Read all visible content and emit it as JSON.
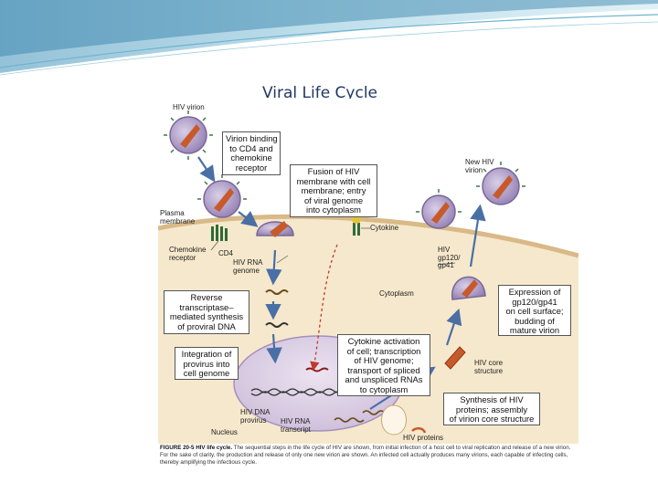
{
  "slide": {
    "title": "Viral Life Cycle"
  },
  "figure": {
    "labels": {
      "hiv_virion": "HIV virion",
      "new_hiv_virion": "New HIV\nvirion",
      "plasma_membrane": "Plasma\nmembrane",
      "chemokine_receptor": "Chemokine\nreceptor",
      "cd4": "CD4",
      "hiv_rna_genome": "HIV RNA\ngenome",
      "cytokine": "Cytokine",
      "gp120_gp41": "HIV\ngp120/\ngp41",
      "cytoplasm": "Cytoplasm",
      "hiv_core_structure": "HIV core\nstructure",
      "hiv_dna_provirus": "HIV DNA\nprovirus",
      "hiv_rna_transcript": "HIV RNA\ntranscript",
      "nucleus": "Nucleus",
      "hiv_proteins": "HIV proteins"
    },
    "boxes": {
      "binding": "Virion binding\nto CD4 and\nchemokine\nreceptor",
      "fusion": "Fusion of HIV\nmembrane with cell\nmembrane; entry\nof viral genome\ninto cytoplasm",
      "reverse_transcription": "Reverse\ntranscriptase–\nmediated synthesis\nof proviral DNA",
      "integration": "Integration of\nprovirus into\ncell genome",
      "cytokine_activation": "Cytokine activation\nof cell; transcription\nof HIV genome;\ntransport of spliced\nand unspliced RNAs\nto cytoplasm",
      "synthesis": "Synthesis of HIV\nproteins; assembly\nof virion core structure",
      "expression": "Expression of\ngp120/gp41\non cell surface;\nbudding of\nmature virion"
    },
    "caption": {
      "figure_label": "FIGURE 20-5 HIV life cycle.",
      "text": "The sequential steps in the life cycle of HIV are shown, from initial infection of a host cell to viral replication and release of a new virion. For the sake of clarity, the production and release of only one new virion are shown. An infected cell actually produces many virions, each capable of infecting cells, thereby amplifying the infectious cycle."
    }
  },
  "colors": {
    "title": "#1f3864",
    "swoosh": "#5aa9c9",
    "cell": "#f6e8cc",
    "nucleus": "#ddd0e6",
    "virion": "#9c8ab8",
    "core": "#c85a2a",
    "arrow": "#4a6fa5",
    "receptor": "#2f6b3a"
  },
  "icons": [
    "hiv-virion-icon",
    "receptor-icon",
    "cytokine-icon",
    "dna-strand-icon"
  ]
}
